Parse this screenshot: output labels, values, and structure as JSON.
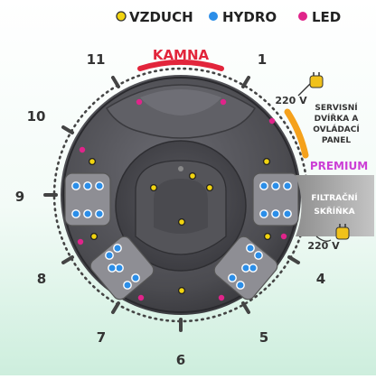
{
  "legend": [
    {
      "label": "VZDUCH",
      "color": "#f2d40f"
    },
    {
      "label": "HYDRO",
      "color": "#2b8ee8"
    },
    {
      "label": "LED",
      "color": "#e0248a"
    }
  ],
  "clock_numbers": [
    "1",
    "4",
    "5",
    "6",
    "7",
    "8",
    "9",
    "10",
    "11"
  ],
  "kamna_label": "KAMNA",
  "service_panel_lines": [
    "SERVISNÍ",
    "DVÍŘKA A",
    "OVLÁDACÍ",
    "PANEL"
  ],
  "premium_label": "PREMIUM",
  "filter_lines": [
    "FILTRAČNÍ",
    "SKŘÍŇKA"
  ],
  "voltage_top": "220 V",
  "voltage_bottom": "220 V",
  "colors": {
    "kamna": "#e2253b",
    "service_arc": "#f5a11b",
    "premium": "#cc3fd6",
    "filter_box": "#a3a3a3",
    "tub_shell": "#4a4a4f",
    "plug": "#f0c11b"
  }
}
